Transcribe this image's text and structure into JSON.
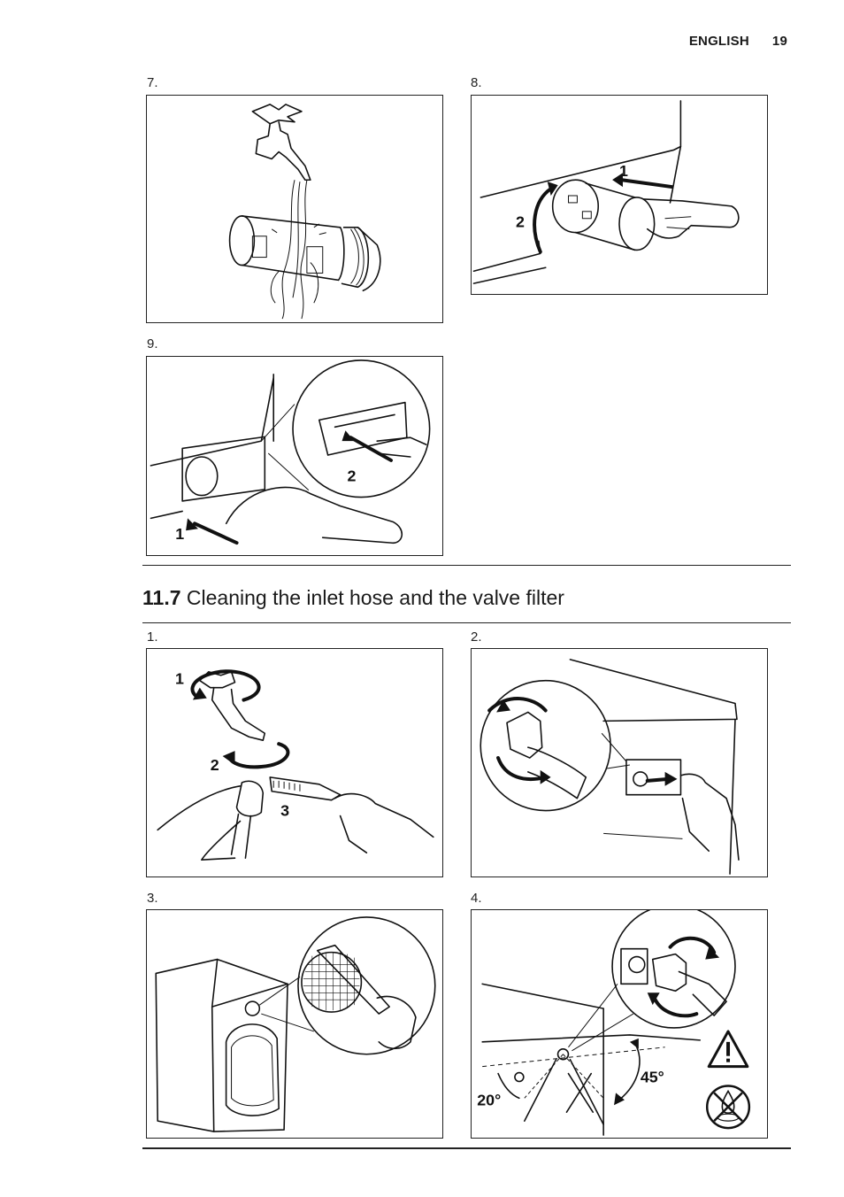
{
  "header": {
    "language": "ENGLISH",
    "page_number": "19"
  },
  "top_steps": [
    {
      "number": "7.",
      "callouts": []
    },
    {
      "number": "8.",
      "callouts": [
        "1",
        "2"
      ]
    },
    {
      "number": "9.",
      "callouts": [
        "2",
        "1"
      ]
    }
  ],
  "section": {
    "number": "11.7",
    "title": "Cleaning the inlet hose and the valve filter"
  },
  "section_steps": [
    {
      "number": "1.",
      "callouts": [
        "1",
        "2",
        "3"
      ]
    },
    {
      "number": "2.",
      "callouts": []
    },
    {
      "number": "3.",
      "callouts": []
    },
    {
      "number": "4.",
      "angles": [
        "45°",
        "20°"
      ]
    }
  ]
}
